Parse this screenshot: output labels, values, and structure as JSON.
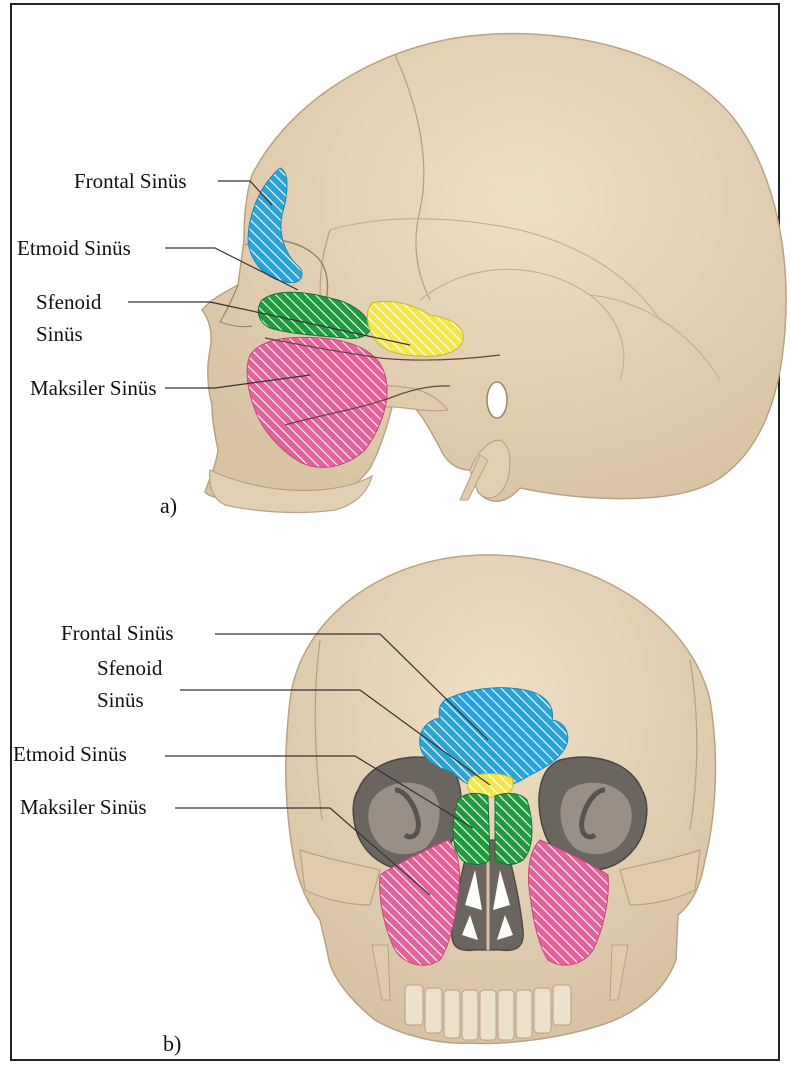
{
  "colors": {
    "bone": "#e6d3b8",
    "bone_shade": "#d6c0a0",
    "suture": "#b9a284",
    "orbit_dark": "#6b6560",
    "frontal": "#2aa3d8",
    "ethmoid": "#1f9a3c",
    "sphenoid": "#f4e64a",
    "maxillary": "#e4619a",
    "leader_line": "#333333"
  },
  "panel_a": {
    "tag": "a)",
    "labels": {
      "frontal": "Frontal Sinüs",
      "ethmoid": "Etmoid Sinüs",
      "sphenoid_line1": "Sfenoid",
      "sphenoid_line2": "Sinüs",
      "maxillary": "Maksiler Sinüs"
    }
  },
  "panel_b": {
    "tag": "b)",
    "labels": {
      "frontal": "Frontal Sinüs",
      "sphenoid_line1": "Sfenoid",
      "sphenoid_line2": "Sinüs",
      "ethmoid": "Etmoid Sinüs",
      "maxillary": "Maksiler Sinüs"
    }
  }
}
